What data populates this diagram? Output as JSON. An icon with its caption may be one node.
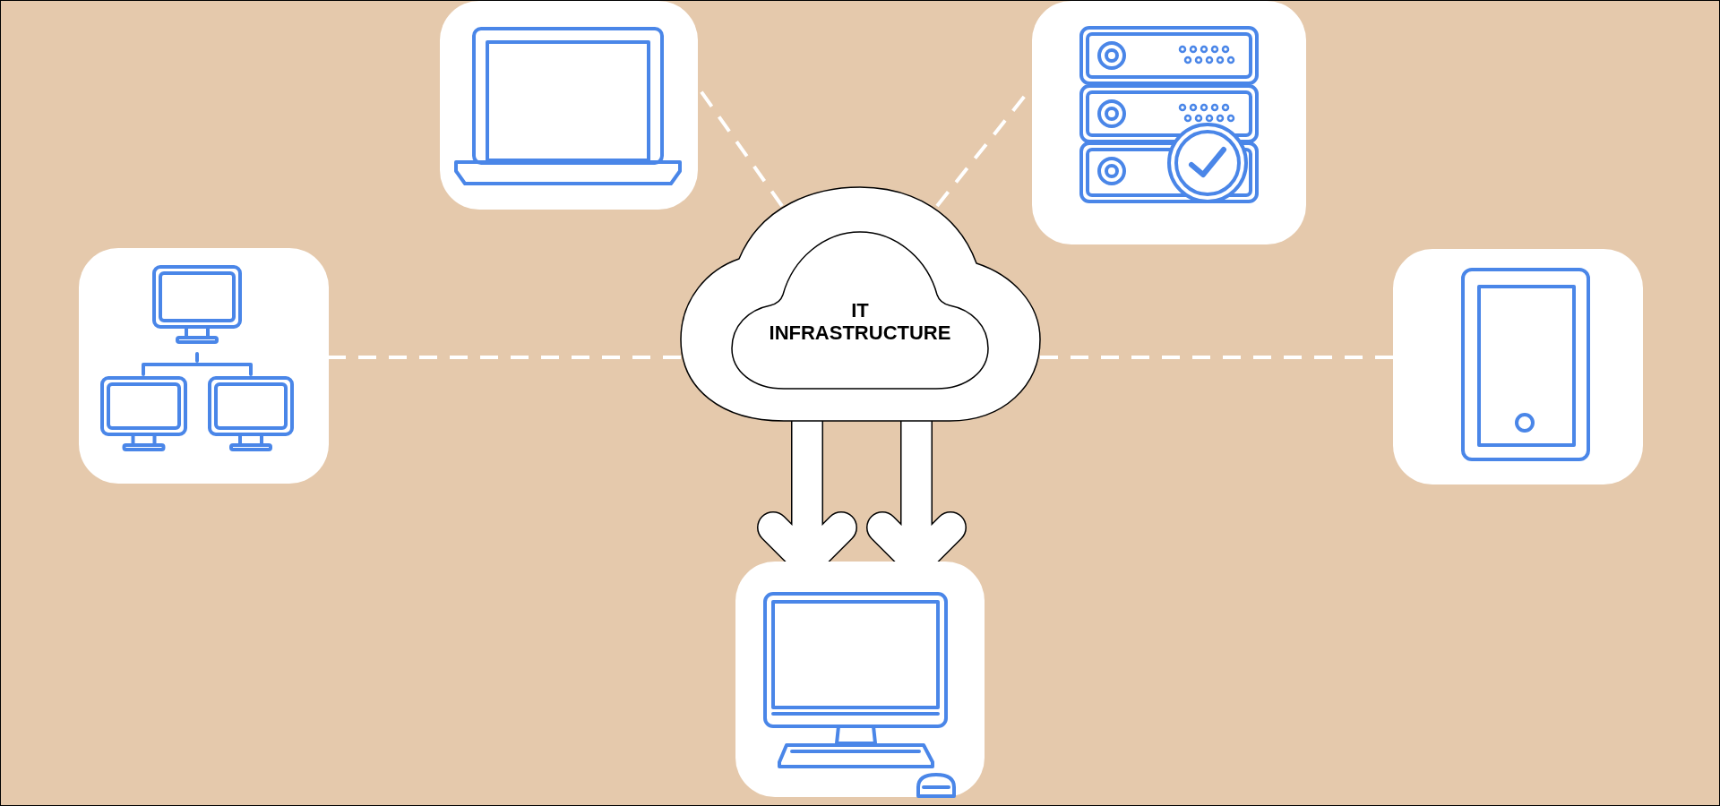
{
  "diagram": {
    "nodes": [
      {
        "text": [
          "IT INFRASTRUCTURE"
        ]
      },
      {
        "text": [],
        "shape": "box"
      },
      {
        "text": [],
        "shape": "box"
      },
      {
        "text": [],
        "shape": "box"
      },
      {
        "text": [],
        "shape": "box"
      },
      {
        "text": [],
        "shape": "box"
      }
    ],
    "edges": [
      {
        "from": 0,
        "to": 1,
        "arrow": "none",
        "style": "dashed"
      },
      {
        "from": 0,
        "to": 2,
        "arrow": "none",
        "style": "dashed"
      },
      {
        "from": 0,
        "to": 3,
        "arrow": "none",
        "style": "dashed"
      },
      {
        "from": 0,
        "to": 4,
        "arrow": "none",
        "style": "dashed"
      },
      {
        "from": 0,
        "to": 5,
        "arrow": "to",
        "style": "thick",
        "color": "#000000"
      },
      {
        "from": 0,
        "to": 5,
        "arrow": "to",
        "style": "thick",
        "color": "#000000"
      }
    ]
  }
}
